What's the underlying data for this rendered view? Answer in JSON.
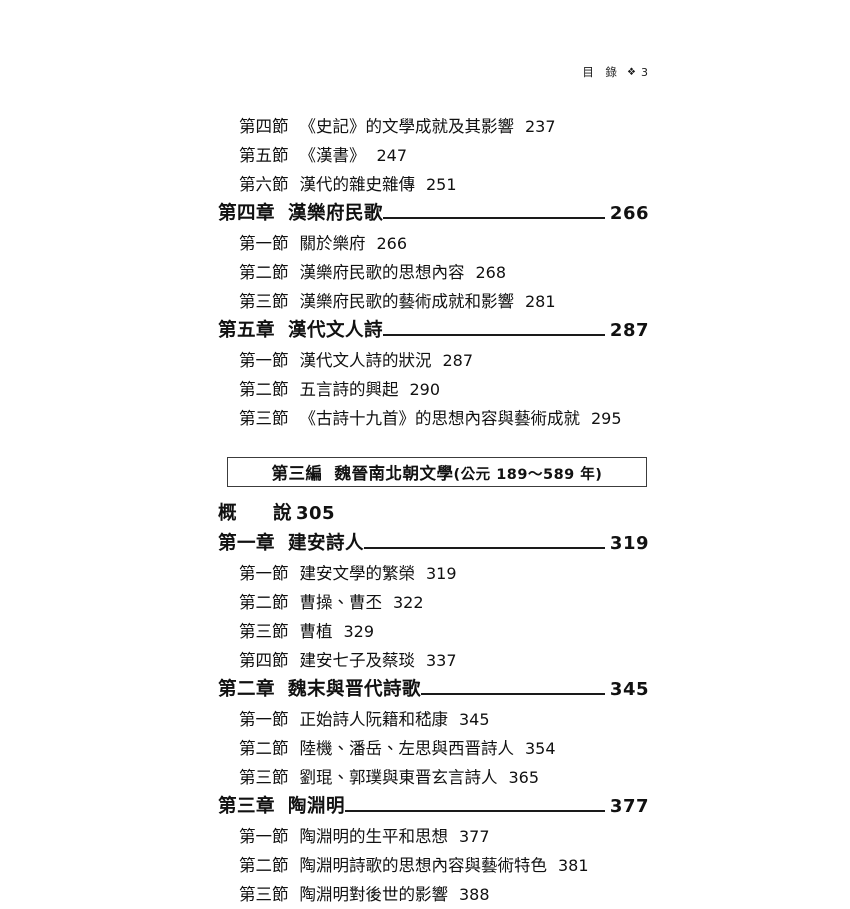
{
  "running_head": {
    "label": "目 錄",
    "ornament": "❖",
    "page_number": "3"
  },
  "toc": {
    "entries": [
      {
        "kind": "section",
        "label": "第四節",
        "title": "《史記》的文學成就及其影響",
        "page": "237"
      },
      {
        "kind": "section",
        "label": "第五節",
        "title": "《漢書》",
        "page": "247"
      },
      {
        "kind": "section",
        "label": "第六節",
        "title": "漢代的雜史雜傳",
        "page": "251"
      },
      {
        "kind": "chapter",
        "label": "第四章",
        "title": "漢樂府民歌",
        "page": "266"
      },
      {
        "kind": "section",
        "label": "第一節",
        "title": "關於樂府",
        "page": "266"
      },
      {
        "kind": "section",
        "label": "第二節",
        "title": "漢樂府民歌的思想內容",
        "page": "268"
      },
      {
        "kind": "section",
        "label": "第三節",
        "title": "漢樂府民歌的藝術成就和影響",
        "page": "281"
      },
      {
        "kind": "chapter",
        "label": "第五章",
        "title": "漢代文人詩",
        "page": "287"
      },
      {
        "kind": "section",
        "label": "第一節",
        "title": "漢代文人詩的狀況",
        "page": "287"
      },
      {
        "kind": "section",
        "label": "第二節",
        "title": "五言詩的興起",
        "page": "290"
      },
      {
        "kind": "section",
        "label": "第三節",
        "title": "《古詩十九首》的思想內容與藝術成就",
        "page": "295"
      },
      {
        "kind": "part",
        "label": "第三編",
        "title": "魏晉南北朝文學",
        "years": "(公元 189～589 年)"
      },
      {
        "kind": "intro",
        "label": "概說",
        "page": "305"
      },
      {
        "kind": "chapter",
        "label": "第一章",
        "title": "建安詩人",
        "page": "319"
      },
      {
        "kind": "section",
        "label": "第一節",
        "title": "建安文學的繁榮",
        "page": "319"
      },
      {
        "kind": "section",
        "label": "第二節",
        "title": "曹操、曹丕",
        "page": "322"
      },
      {
        "kind": "section",
        "label": "第三節",
        "title": "曹植",
        "page": "329"
      },
      {
        "kind": "section",
        "label": "第四節",
        "title": "建安七子及蔡琰",
        "page": "337"
      },
      {
        "kind": "chapter",
        "label": "第二章",
        "title": "魏末與晋代詩歌",
        "page": "345"
      },
      {
        "kind": "section",
        "label": "第一節",
        "title": "正始詩人阮籍和嵇康",
        "page": "345"
      },
      {
        "kind": "section",
        "label": "第二節",
        "title": "陸機、潘岳、左思與西晋詩人",
        "page": "354"
      },
      {
        "kind": "section",
        "label": "第三節",
        "title": "劉琨、郭璞與東晋玄言詩人",
        "page": "365"
      },
      {
        "kind": "chapter",
        "label": "第三章",
        "title": "陶淵明",
        "page": "377"
      },
      {
        "kind": "section",
        "label": "第一節",
        "title": "陶淵明的生平和思想",
        "page": "377"
      },
      {
        "kind": "section",
        "label": "第二節",
        "title": "陶淵明詩歌的思想內容與藝術特色",
        "page": "381"
      },
      {
        "kind": "section",
        "label": "第三節",
        "title": "陶淵明對後世的影響",
        "page": "388"
      }
    ]
  }
}
